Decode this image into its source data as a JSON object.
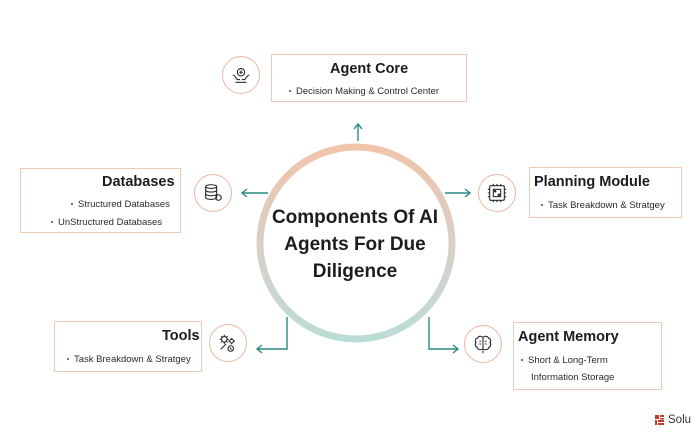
{
  "center": {
    "title": "Components Of AI\nAgents For Due\nDiligence"
  },
  "agent_core": {
    "title": "Agent Core",
    "items": [
      "Decision Making & Control Center"
    ],
    "icon": "hands-brain-icon"
  },
  "planning_module": {
    "title": "Planning Module",
    "items": [
      "Task Breakdown & Stratgey"
    ],
    "icon": "circuit-board-icon"
  },
  "databases": {
    "title": "Databases",
    "items": [
      "Structured Databases",
      "UnStructured Databases"
    ],
    "icon": "database-stack-icon"
  },
  "tools": {
    "title": "Tools",
    "items": [
      "Task Breakdown & Stratgey"
    ],
    "icon": "gears-wrench-icon"
  },
  "agent_memory": {
    "title": "Agent Memory",
    "items": [
      "Short & Long-Term",
      "Information Storage"
    ],
    "icon": "brain-circuit-icon"
  },
  "brand": {
    "text": "Solu"
  },
  "colors": {
    "accent": "#e9b8a2",
    "connector": "#2c8a86",
    "ring_top": "#f2c5ad",
    "ring_bottom": "#b9d9d4"
  }
}
